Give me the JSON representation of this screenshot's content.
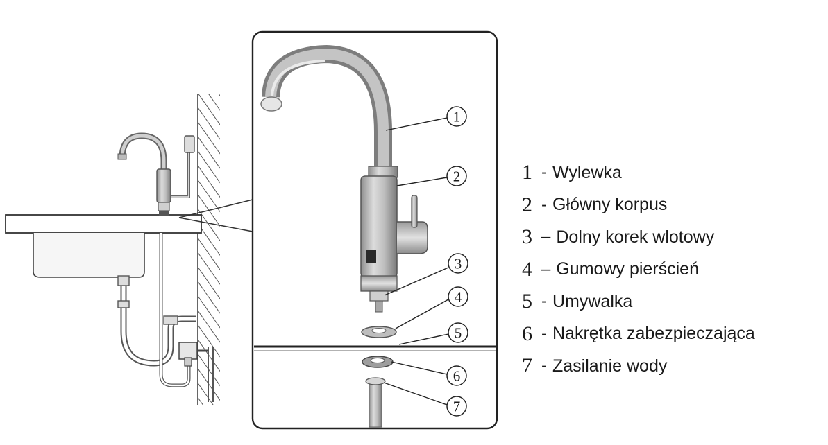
{
  "callouts": [
    "1",
    "2",
    "3",
    "4",
    "5",
    "6",
    "7"
  ],
  "legend": [
    {
      "num": "1",
      "sep": "-",
      "text": "Wylewka"
    },
    {
      "num": "2",
      "sep": "-",
      "text": "Główny korpus"
    },
    {
      "num": "3",
      "sep": "–",
      "text": "Dolny korek wlotowy"
    },
    {
      "num": "4",
      "sep": "–",
      "text": "Gumowy pierścień"
    },
    {
      "num": "5",
      "sep": "-",
      "text": "Umywalka"
    },
    {
      "num": "6",
      "sep": "-",
      "text": "Nakrętka zabezpieczająca"
    },
    {
      "num": "7",
      "sep": "-",
      "text": "Zasilanie wody"
    }
  ]
}
